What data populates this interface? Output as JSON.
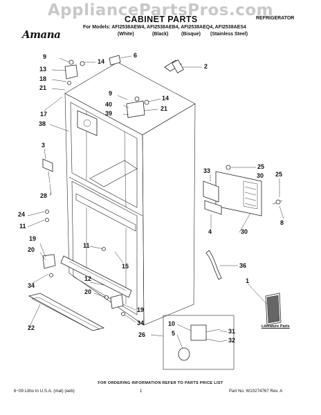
{
  "watermark": "AppliancePartsPros.com",
  "header": {
    "title": "CABINET PARTS",
    "category": "REFRIGERATOR",
    "brand": "Amana",
    "models": "For Models: AFI2538AEW4, AFI2538AEB4, AFI2538AEQ4, AFI2538AES4",
    "colors": [
      "(White)",
      "(Black)",
      "(Bisque)",
      "(Stainless Steel)"
    ]
  },
  "callouts": [
    "9",
    "14",
    "6",
    "2",
    "13",
    "18",
    "21",
    "9",
    "14",
    "40",
    "21",
    "39",
    "17",
    "38",
    "3",
    "33",
    "25",
    "30",
    "25",
    "8",
    "28",
    "4",
    "24",
    "11",
    "30",
    "19",
    "20",
    "11",
    "15",
    "36",
    "34",
    "12",
    "20",
    "19",
    "1",
    "22",
    "34",
    "10",
    "5",
    "31",
    "32",
    "26"
  ],
  "literature_label": "Literature Parts",
  "footer": {
    "ordering_note": "FOR ORDERING INFORMATION REFER TO PARTS PRICE LIST",
    "litho": "6−09 Litho In U.S.A. (mat) (eeb)",
    "page": "1",
    "part_no": "Part No. W10274767 Rev. A"
  }
}
